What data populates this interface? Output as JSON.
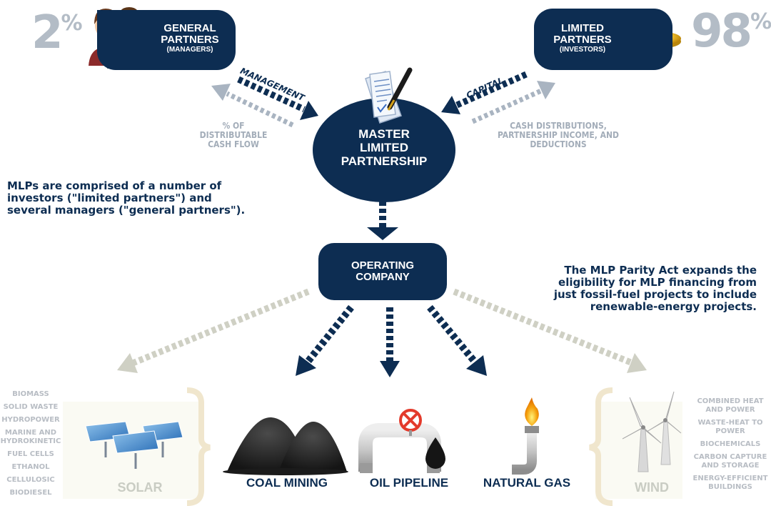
{
  "general_partners": {
    "percent": "2",
    "percent_sign": "%",
    "title_line1": "GENERAL",
    "title_line2": "PARTNERS",
    "subtitle": "(MANAGERS)"
  },
  "limited_partners": {
    "percent": "98",
    "percent_sign": "%",
    "title_line1": "LIMITED",
    "title_line2": "PARTNERS",
    "subtitle": "(INVESTORS)"
  },
  "flows": {
    "management": "MANAGEMENT",
    "capital": "CAPITAL",
    "gp_return_line1": "% OF",
    "gp_return_line2": "DISTRIBUTABLE",
    "gp_return_line3": "CASH FLOW",
    "lp_return_line1": "CASH DISTRIBUTIONS,",
    "lp_return_line2": "PARTNERSHIP INCOME, AND",
    "lp_return_line3": "DEDUCTIONS"
  },
  "mlp": {
    "line1": "MASTER",
    "line2": "LIMITED",
    "line3": "PARTNERSHIP"
  },
  "intro_text": {
    "line1": "MLPs are comprised of a number of",
    "line2": "investors (\"limited partners\") and",
    "line3": "several managers (\"general partners\")."
  },
  "operating_company": {
    "line1": "OPERATING",
    "line2": "COMPANY"
  },
  "parity_text": {
    "line1": "The MLP Parity Act expands the",
    "line2": "eligibility for MLP financing from",
    "line3": "just fossil-fuel projects to include",
    "line4": "renewable-energy projects."
  },
  "categories": {
    "solar": "SOLAR",
    "coal": "COAL MINING",
    "oil": "OIL PIPELINE",
    "gas": "NATURAL GAS",
    "wind": "WIND"
  },
  "left_list": [
    "BIOMASS",
    "SOLID WASTE",
    "HYDROPOWER",
    "MARINE AND HYDROKINETIC",
    "FUEL CELLS",
    "ETHANOL",
    "CELLULOSIC",
    "BIODIESEL"
  ],
  "right_list": [
    "COMBINED HEAT AND POWER",
    "WASTE-HEAT TO POWER",
    "BIOCHEMICALS",
    "CARBON CAPTURE AND STORAGE",
    "ENERGY-EFFICIENT BUILDINGS"
  ],
  "colors": {
    "navy": "#0d2d52",
    "gray_arrow": "#a9b4c1",
    "renewable_arrow": "#cfd0c4",
    "percent_gray": "#b3bcc6",
    "gold": "#e8b318"
  }
}
